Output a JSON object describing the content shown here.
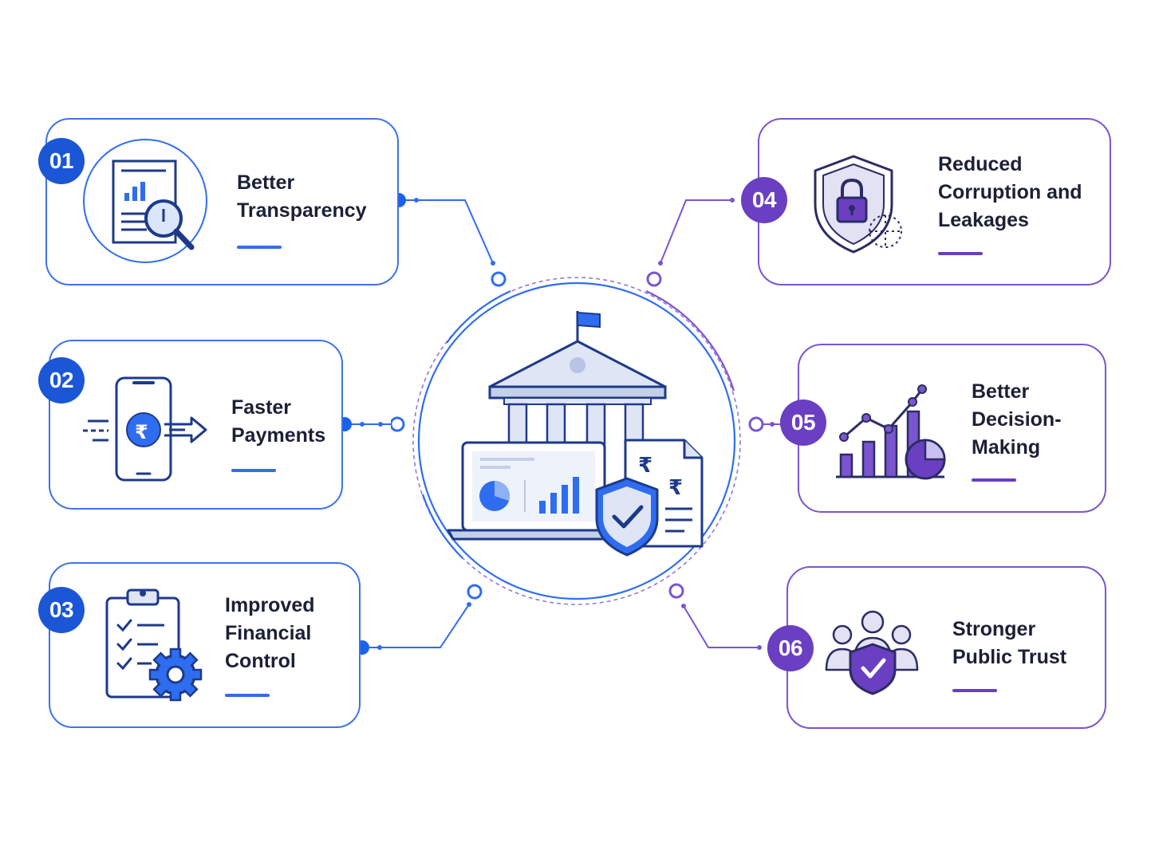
{
  "benefits": [
    {
      "number": "01",
      "title": "Better\nTransparency",
      "icon": "document-magnifier-icon",
      "accent": "#1a56d6"
    },
    {
      "number": "02",
      "title": "Faster\nPayments",
      "icon": "mobile-rupee-payment-icon",
      "accent": "#1a56d6"
    },
    {
      "number": "03",
      "title": "Improved\nFinancial\nControl",
      "icon": "clipboard-gear-icon",
      "accent": "#1a56d6"
    },
    {
      "number": "04",
      "title": "Reduced\nCorruption and\nLeakages",
      "icon": "shield-lock-icon",
      "accent": "#6a3fc2"
    },
    {
      "number": "05",
      "title": "Better\nDecision-\nMaking",
      "icon": "bar-line-pie-chart-icon",
      "accent": "#6a3fc2"
    },
    {
      "number": "06",
      "title": "Stronger\nPublic Trust",
      "icon": "people-shield-icon",
      "accent": "#6a3fc2"
    }
  ],
  "hub": {
    "icon": "government-building-laptop-shield-icon"
  },
  "colors": {
    "blue": "#1a56d6",
    "purple": "#6a3fc2",
    "line_blue": "#2f6df0",
    "line_purple": "#7b55cf",
    "icon_fill": "#cdd8f3"
  }
}
